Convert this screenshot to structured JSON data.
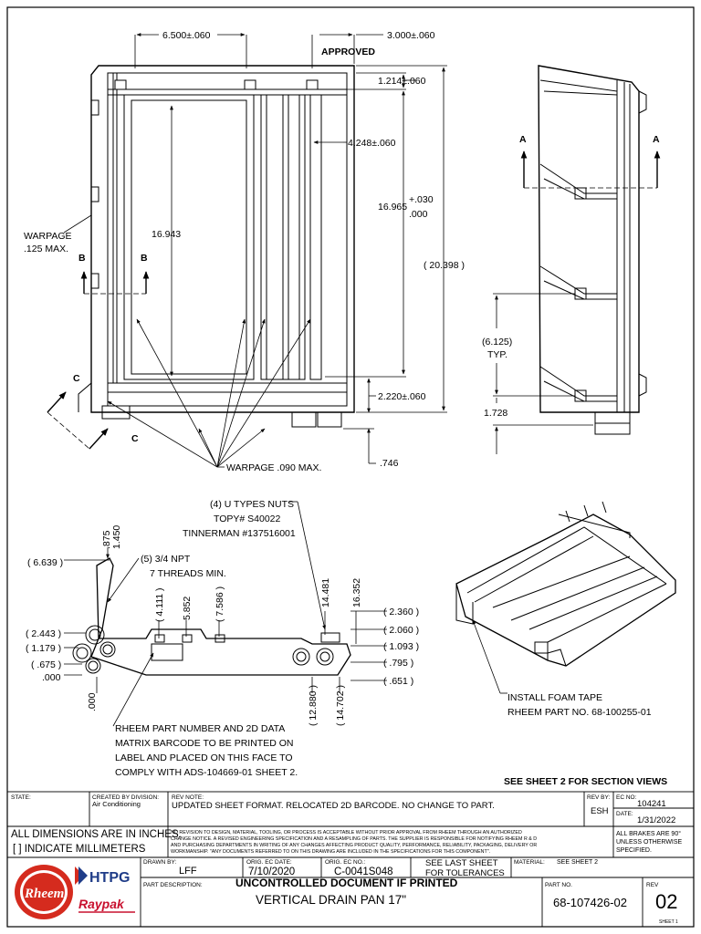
{
  "status_stamp": "APPROVED",
  "dimensions": {
    "width_top": "6.500±.060",
    "offset_right": "3.000±.060",
    "top_offset": "1.214±.060",
    "channel_offset": "4.248±.060",
    "inner_length": "16.943",
    "length_tol_main": "16.965",
    "length_tol_plus": "+.030",
    "length_tol_minus": ".000",
    "overall_ref": "( 20.398 )",
    "bottom_offset": "2.220±.060",
    "bottom_drop": ".746",
    "rib_pitch": "(6.125)",
    "rib_pitch_typ": "TYP.",
    "side_bottom": "1.728",
    "side_overall": "( 6.639 )",
    "side_875": ".875",
    "side_1450": "1.450",
    "side_2443": "( 2.443 )",
    "side_1179": "( 1.179 )",
    "side_675": "( .675 )",
    "side_000a": ".000",
    "side_000b": ".000",
    "side_4111": "( 4.111 )",
    "side_5852": "5.852",
    "side_7586": "( 7.586 )",
    "side_14481": "14.481",
    "side_16352": "16.352",
    "side_2360": "( 2.360 )",
    "side_2060": "( 2.060 )",
    "side_1093": "( 1.093 )",
    "side_795": "( .795 )",
    "side_651": "( .651 )",
    "side_12880": "( 12.880 )",
    "side_14702": "( 14.702 )"
  },
  "section_labels": {
    "a": "A",
    "b": "B",
    "c": "C"
  },
  "notes": {
    "warpage_side_1": "WARPAGE",
    "warpage_side_2": ".125 MAX.",
    "warpage_bottom": "WARPAGE .090 MAX.",
    "nuts_1": "(4) U TYPES NUTS",
    "nuts_2": "TOPY# S40022",
    "nuts_3": "TINNERMAN #137516001",
    "npt_1": "(5) 3/4 NPT",
    "npt_2": "7 THREADS MIN.",
    "barcode_1": "RHEEM PART NUMBER AND 2D DATA",
    "barcode_2": "MATRIX BARCODE TO BE PRINTED ON",
    "barcode_3": "LABEL AND PLACED ON THIS FACE TO",
    "barcode_4": "COMPLY WITH ADS-104669-01 SHEET 2.",
    "foam_1": "INSTALL FOAM TAPE",
    "foam_2": "RHEEM PART NO. 68-100255-01",
    "see_sheet": "SEE SHEET 2 FOR SECTION VIEWS"
  },
  "title_block": {
    "state_label": "STATE:",
    "created_by_label": "CREATED BY DIVISION:",
    "created_by_value": "Air Conditioning",
    "rev_note_label": "REV NOTE:",
    "rev_note_value": "UPDATED SHEET FORMAT. RELOCATED 2D BARCODE. NO CHANGE TO PART.",
    "rev_by_label": "REV BY:",
    "rev_by_value": "ESH",
    "ec_no_label": "EC NO:",
    "ec_no_value": "104241",
    "date_label": "DATE:",
    "date_value": "1/31/2022",
    "units_1": "ALL DIMENSIONS ARE IN INCHES.",
    "units_2": "[ ] INDICATE MILLIMETERS",
    "disclaimer_1": "NO REVISION TO DESIGN, MATERIAL, TOOLING, OR PROCESS IS ACCEPTABLE WITHOUT PRIOR APPROVAL FROM RHEEM THROUGH AN AUTHORIZED",
    "disclaimer_2": "CHANGE NOTICE. A REVISED ENGINEERING SPECIFICATION AND A RESAMPLING OF PARTS. THE SUPPLIER IS RESPONSIBLE FOR NOTIFYING RHEEM R & D",
    "disclaimer_3": "AND PURCHASING DEPARTMENTS IN WRITING OF ANY CHANGES AFFECTING PRODUCT QUALITY, PERFORMANCE, RELIABILITY, PACKAGING, DELIVERY OR",
    "disclaimer_4": "WORKMANSHIP. \"ANY DOCUMENTS REFERRED TO ON THIS DRAWING ARE INCLUDED IN THE SPECIFICATIONS FOR THIS COMPONENT\".",
    "brakes_1": "ALL BRAKES ARE 90°",
    "brakes_2": "UNLESS OTHERWISE",
    "brakes_3": "SPECIFIED.",
    "drawn_by_label": "DRAWN BY:",
    "drawn_by_value": "LFF",
    "orig_date_label": "ORIG. EC DATE:",
    "orig_date_value": "7/10/2020",
    "orig_ec_label": "ORIG. EC NO.:",
    "orig_ec_value": "C-0041S048",
    "tolerances_1": "SEE LAST SHEET",
    "tolerances_2": "FOR TOLERANCES",
    "material_label": "MATERIAL:",
    "material_value": "SEE SHEET 2",
    "uncontrolled": "UNCONTROLLED DOCUMENT IF PRINTED",
    "part_desc_label": "PART DESCRIPTION:",
    "part_desc_value": "VERTICAL DRAIN PAN 17\"",
    "part_no_label": "PART NO.",
    "part_no_value": "68-107426-02",
    "rev_label": "REV",
    "rev_value": "02",
    "sheet_value": "SHEET 1"
  },
  "logos": {
    "rheem": "Rheem",
    "htpg": "HTPG",
    "raypak": "Raypak"
  },
  "colors": {
    "rheem_red": "#d52b1e",
    "htpg_blue": "#1f3c88",
    "raypak_red": "#c8102e"
  }
}
